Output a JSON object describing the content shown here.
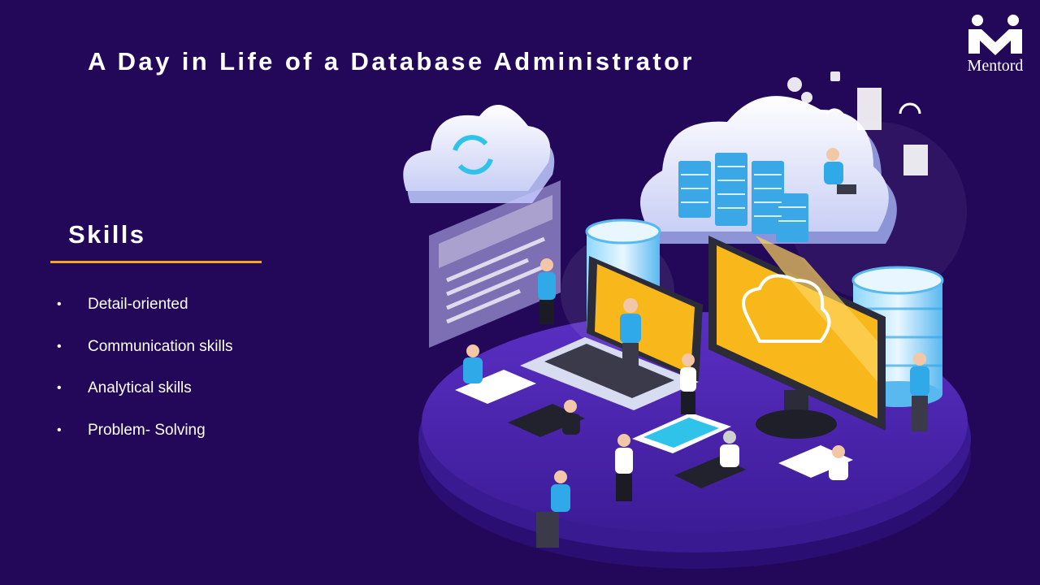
{
  "slide": {
    "title": "A Day in Life of a Database Administrator",
    "skills_heading": "Skills",
    "skills": [
      "Detail-oriented",
      "Communication  skills",
      "Analytical skills",
      "Problem- Solving"
    ],
    "bullet_glyph": "•"
  },
  "brand": {
    "name": "Mentord"
  },
  "colors": {
    "background": "#23085a",
    "accent_rule": "#f5a623",
    "text": "#ffffff",
    "monitor_screen": "#f8b81b",
    "database_blue": "#4fc3f7"
  }
}
